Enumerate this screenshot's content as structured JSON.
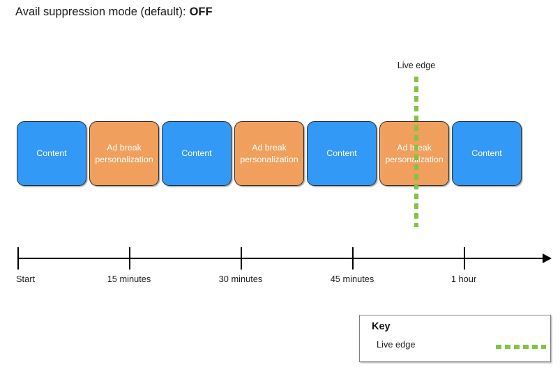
{
  "title": {
    "text": "Avail suppression mode (default):",
    "value": "OFF"
  },
  "colors": {
    "content": "#3399f7",
    "adbreak": "#f0a05c",
    "live_edge": "#82c341",
    "axis": "#000000"
  },
  "segments": [
    {
      "label": "Content",
      "type": "content"
    },
    {
      "label": "Ad break personalization",
      "type": "adbreak"
    },
    {
      "label": "Content",
      "type": "content"
    },
    {
      "label": "Ad break personalization",
      "type": "adbreak"
    },
    {
      "label": "Content",
      "type": "content"
    },
    {
      "label": "Ad break personalization",
      "type": "adbreak"
    },
    {
      "label": "Content",
      "type": "content"
    }
  ],
  "live_edge": {
    "label": "Live edge"
  },
  "timeline": {
    "ticks": [
      {
        "label": "Start"
      },
      {
        "label": "15 minutes"
      },
      {
        "label": "30 minutes"
      },
      {
        "label": "45 minutes"
      },
      {
        "label": "1 hour"
      }
    ]
  },
  "key": {
    "title": "Key",
    "items": [
      {
        "label": "Live edge",
        "style": "green-dashed-line"
      }
    ]
  }
}
